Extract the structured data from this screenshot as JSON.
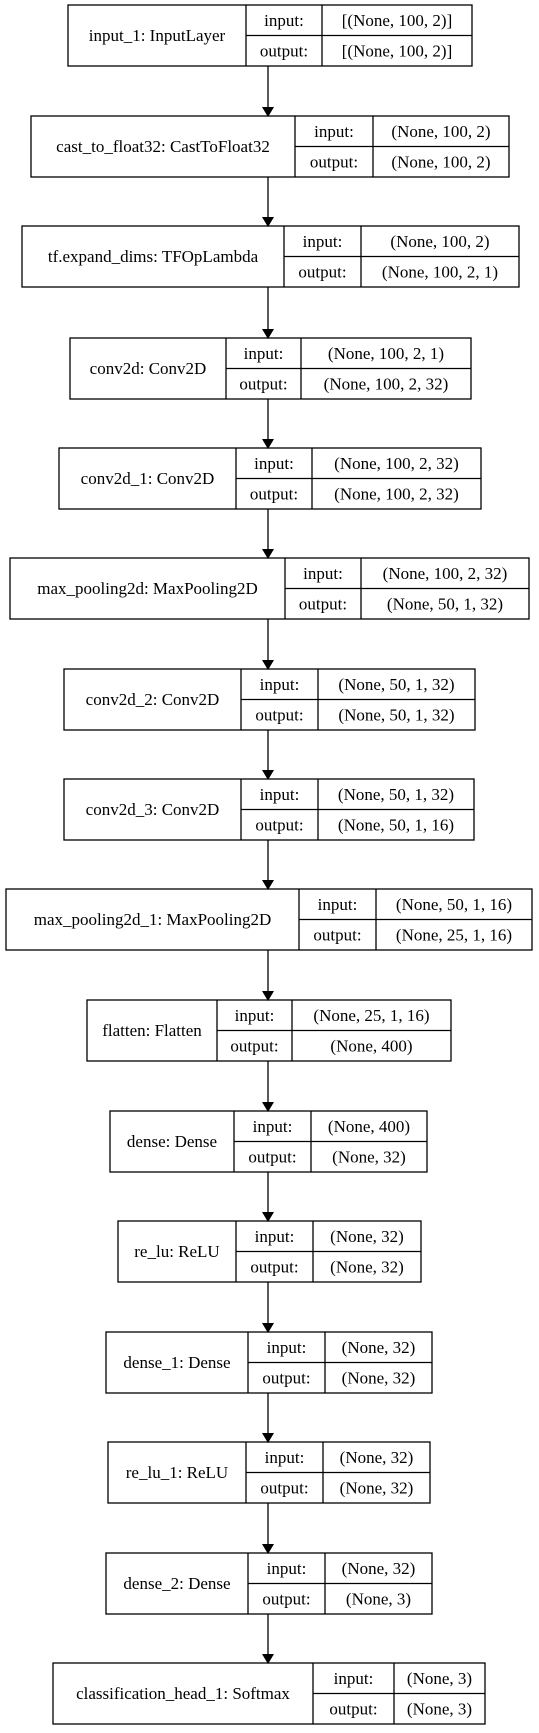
{
  "layers": [
    {
      "name": "input_1: InputLayer",
      "input": "[(None, 100, 2)]",
      "output": "[(None, 100, 2)]"
    },
    {
      "name": "cast_to_float32: CastToFloat32",
      "input": "(None, 100, 2)",
      "output": "(None, 100, 2)"
    },
    {
      "name": "tf.expand_dims: TFOpLambda",
      "input": "(None, 100, 2)",
      "output": "(None, 100, 2, 1)"
    },
    {
      "name": "conv2d: Conv2D",
      "input": "(None, 100, 2, 1)",
      "output": "(None, 100, 2, 32)"
    },
    {
      "name": "conv2d_1: Conv2D",
      "input": "(None, 100, 2, 32)",
      "output": "(None, 100, 2, 32)"
    },
    {
      "name": "max_pooling2d: MaxPooling2D",
      "input": "(None, 100, 2, 32)",
      "output": "(None, 50, 1, 32)"
    },
    {
      "name": "conv2d_2: Conv2D",
      "input": "(None, 50, 1, 32)",
      "output": "(None, 50, 1, 32)"
    },
    {
      "name": "conv2d_3: Conv2D",
      "input": "(None, 50, 1, 32)",
      "output": "(None, 50, 1, 16)"
    },
    {
      "name": "max_pooling2d_1: MaxPooling2D",
      "input": "(None, 50, 1, 16)",
      "output": "(None, 25, 1, 16)"
    },
    {
      "name": "flatten: Flatten",
      "input": "(None, 25, 1, 16)",
      "output": "(None, 400)"
    },
    {
      "name": "dense: Dense",
      "input": "(None, 400)",
      "output": "(None, 32)"
    },
    {
      "name": "re_lu: ReLU",
      "input": "(None, 32)",
      "output": "(None, 32)"
    },
    {
      "name": "dense_1: Dense",
      "input": "(None, 32)",
      "output": "(None, 32)"
    },
    {
      "name": "re_lu_1: ReLU",
      "input": "(None, 32)",
      "output": "(None, 32)"
    },
    {
      "name": "dense_2: Dense",
      "input": "(None, 32)",
      "output": "(None, 3)"
    },
    {
      "name": "classification_head_1: Softmax",
      "input": "(None, 3)",
      "output": "(None, 3)"
    }
  ],
  "labels": {
    "input": "input:",
    "output": "output:"
  }
}
